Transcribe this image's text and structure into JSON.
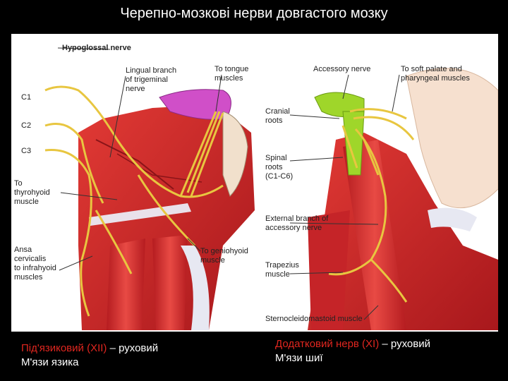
{
  "title": "Черепно-мозкові нерви довгастого мозку",
  "left_figure": {
    "labels": {
      "hypoglossal": "Hypoglossal nerve",
      "lingual": "Lingual branch\nof trigeminal\nnerve",
      "tongue": "To tongue\nmuscles",
      "c1": "C1",
      "c2": "C2",
      "c3": "C3",
      "thyrohyoid": "To\nthyrohyoid\nmuscle",
      "ansa": "Ansa\ncervicalis\nto infrahyoid\nmuscles",
      "geniohyoid": "To geniohyoid\nmuscle"
    }
  },
  "right_figure": {
    "labels": {
      "accessory": "Accessory nerve",
      "soft_palate": "To soft palate and\npharyngeal muscles",
      "cranial": "Cranial\nroots",
      "spinal": "Spinal\nroots\n(C1-C6)",
      "external": "External branch of\naccessory nerve",
      "trapezius": "Trapezius\nmuscle",
      "scm": "Sternocleidomastoid muscle"
    }
  },
  "captions": {
    "left_red": "Під'язиковий (XII)",
    "left_rest": " – руховий",
    "left_line2": "М'язи язика",
    "right_red": "Додатковий нерв (XI)",
    "right_rest": " – руховий",
    "right_line2": "М'язи шиї"
  },
  "colors": {
    "accent_red": "#e0261f",
    "nerve": "#e8c640",
    "muscle": "#c8262a",
    "tongue": "#d04fc8",
    "root": "#9fd62a"
  }
}
